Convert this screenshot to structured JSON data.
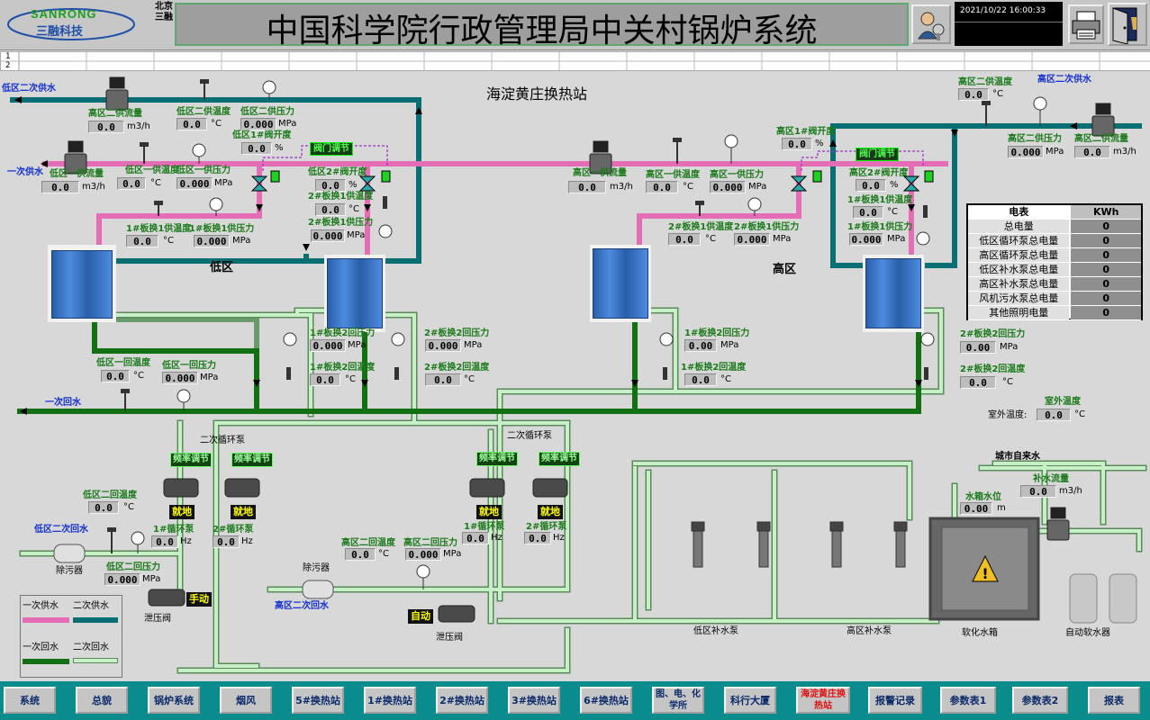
{
  "header": {
    "logo_name": "SANRONG",
    "logo_sub": "三融科技",
    "vertical_text": "北京三融",
    "title": "中国科学院行政管理局中关村锅炉系统",
    "datetime": "2021/10/22 16:00:33"
  },
  "sheet": {
    "row1": "1",
    "row2": "2"
  },
  "station_title": "海淀黄庄换热站",
  "zones": {
    "low": "低区",
    "high": "高区"
  },
  "pipes": {
    "low_secondary_supply": "低区二次供水",
    "high_secondary_supply": "高区二次供水",
    "primary_supply": "一次供水",
    "primary_return": "一次回水",
    "low_secondary_return": "低区二次回水",
    "high_secondary_return": "高区二次回水",
    "city_water": "城市自来水"
  },
  "readings": {
    "low_sec_supply_flow": {
      "label": "高区二供流量",
      "value": "0.0",
      "unit": "m3/h"
    },
    "low_sec_supply_temp": {
      "label": "低区二供温度",
      "value": "0.0",
      "unit": "°C"
    },
    "low_sec_supply_pressure": {
      "label": "低区二供压力",
      "value": "0.000",
      "unit": "MPa"
    },
    "low_valve1_open": {
      "label": "低区1#阀开度",
      "value": "0.0",
      "unit": "%"
    },
    "low_valve2_open": {
      "label": "低区2#阀开度",
      "value": "0.0",
      "unit": "%"
    },
    "low_pri_supply_flow": {
      "label": "低区一供流量",
      "value": "0.0",
      "unit": "m3/h"
    },
    "low_pri_supply_temp": {
      "label": "低区一供温度",
      "value": "0.0",
      "unit": "°C"
    },
    "low_pri_supply_pressure": {
      "label": "低区一供压力",
      "value": "0.000",
      "unit": "MPa"
    },
    "low_hx1_supply_temp": {
      "label": "1#板换1供温度",
      "value": "0.0",
      "unit": "°C"
    },
    "low_hx1_supply_pressure": {
      "label": "1#板换1供压力",
      "value": "0.000",
      "unit": "MPa"
    },
    "low_hx2_supply_temp": {
      "label": "2#板换1供温度",
      "value": "0.0",
      "unit": "°C"
    },
    "low_hx2_supply_pressure": {
      "label": "2#板换1供压力",
      "value": "0.000",
      "unit": "MPa"
    },
    "low_pri_return_temp": {
      "label": "低区一回温度",
      "value": "0.0",
      "unit": "°C"
    },
    "low_pri_return_pressure": {
      "label": "低区一回压力",
      "value": "0.000",
      "unit": "MPa"
    },
    "low_hx1_ret2_pressure": {
      "label": "1#板换2回压力",
      "value": "0.000",
      "unit": "MPa"
    },
    "low_hx1_ret2_temp": {
      "label": "1#板换2回温度",
      "value": "0.0",
      "unit": "°C"
    },
    "low_hx2_ret2_pressure": {
      "label": "2#板换2回压力",
      "value": "0.000",
      "unit": "MPa"
    },
    "low_hx2_ret2_temp": {
      "label": "2#板换2回温度",
      "value": "0.0",
      "unit": "°C"
    },
    "high_sec_supply_temp": {
      "label": "高区二供温度",
      "value": "0.0",
      "unit": "°C"
    },
    "high_sec_supply_pressure": {
      "label": "高区二供压力",
      "value": "0.000",
      "unit": "MPa"
    },
    "high_sec_supply_flow": {
      "label": "高区二供流量",
      "value": "0.0",
      "unit": "m3/h"
    },
    "high_valve1_open": {
      "label": "高区1#阀开度",
      "value": "0.0",
      "unit": "%"
    },
    "high_valve2_open": {
      "label": "高区2#阀开度",
      "value": "0.0",
      "unit": "%"
    },
    "high_pri_supply_flow": {
      "label": "高区一供流量",
      "value": "0.0",
      "unit": "m3/h"
    },
    "high_pri_supply_temp": {
      "label": "高区一供温度",
      "value": "0.0",
      "unit": "°C"
    },
    "high_pri_supply_pressure": {
      "label": "高区一供压力",
      "value": "0.000",
      "unit": "MPa"
    },
    "high_hx2_supply_temp": {
      "label": "2#板换1供温度",
      "value": "0.0",
      "unit": "°C"
    },
    "high_hx2_supply_pressure": {
      "label": "2#板换1供压力",
      "value": "0.000",
      "unit": "MPa"
    },
    "high_hx1_supply_temp": {
      "label": "1#板换1供温度",
      "value": "0.0",
      "unit": "°C"
    },
    "high_hx1_supply_pressure": {
      "label": "1#板换1供压力",
      "value": "0.000",
      "unit": "MPa"
    },
    "high_hx1_ret2_pressure": {
      "label": "1#板换2回压力",
      "value": "0.00",
      "unit": "MPa"
    },
    "high_hx1_ret2_temp": {
      "label": "1#板换2回温度",
      "value": "0.0",
      "unit": "°C"
    },
    "high_hx2_ret2_pressure": {
      "label": "2#板换2回压力",
      "value": "0.00",
      "unit": "MPa"
    },
    "high_hx2_ret2_temp": {
      "label": "2#板换2回温度",
      "value": "0.0",
      "unit": "°C"
    },
    "outdoor_temp": {
      "label": "室外温度",
      "label2": "室外温度:",
      "value": "0.0",
      "unit": "°C"
    },
    "low_sec_return_temp": {
      "label": "低区二回温度",
      "value": "0.0",
      "unit": "°C"
    },
    "low_pump1_freq": {
      "label": "1#循环泵",
      "value": "0.0",
      "unit": "Hz"
    },
    "low_pump2_freq": {
      "label": "2#循环泵",
      "value": "0.0",
      "unit": "Hz"
    },
    "low_sec_return_pressure": {
      "label": "低区二回压力",
      "value": "0.000",
      "unit": "MPa"
    },
    "high_sec_return_temp": {
      "label": "高区二回温度",
      "value": "0.0",
      "unit": "°C"
    },
    "high_sec_return_pressure": {
      "label": "高区二回压力",
      "value": "0.000",
      "unit": "MPa"
    },
    "high_pump1_freq": {
      "label": "1#循环泵",
      "value": "0.0",
      "unit": "Hz"
    },
    "high_pump2_freq": {
      "label": "2#循环泵",
      "value": "0.0",
      "unit": "Hz"
    },
    "tank_level": {
      "label": "水箱水位",
      "value": "0.00",
      "unit": "m"
    },
    "makeup_flow": {
      "label": "补水流量",
      "value": "0.0",
      "unit": "m3/h"
    }
  },
  "buttons": {
    "valve_adjust": "阀门调节",
    "freq_adjust": "频率调节",
    "local": "就地",
    "manual": "手动",
    "auto": "自动"
  },
  "labels": {
    "secondary_pump": "二次循环泵",
    "strainer": "除污器",
    "relief_valve": "泄压阀",
    "low_makeup_pump": "低区补水泵",
    "high_makeup_pump": "高区补水泵",
    "softened_tank": "软化水箱",
    "auto_softener": "自动软水器"
  },
  "energy_table": {
    "header": [
      "电表",
      "KWh"
    ],
    "rows": [
      {
        "name": "总电量",
        "value": "0"
      },
      {
        "name": "低区循环泵总电量",
        "value": "0"
      },
      {
        "name": "高区循环泵总电量",
        "value": "0"
      },
      {
        "name": "低区补水泵总电量",
        "value": "0"
      },
      {
        "name": "高区补水泵总电量",
        "value": "0"
      },
      {
        "name": "风机污水泵总电量",
        "value": "0"
      },
      {
        "name": "其他照明电量",
        "value": "0"
      }
    ]
  },
  "legend": {
    "primary_supply": "一次供水",
    "secondary_supply": "二次供水",
    "primary_return": "一次回水",
    "secondary_return": "二次回水"
  },
  "nav": [
    {
      "label": "系统",
      "active": false
    },
    {
      "label": "总貌",
      "active": false
    },
    {
      "label": "锅炉系统",
      "active": false
    },
    {
      "label": "烟风",
      "active": false
    },
    {
      "label": "5#换热站",
      "active": false
    },
    {
      "label": "1#换热站",
      "active": false
    },
    {
      "label": "2#换热站",
      "active": false
    },
    {
      "label": "3#换热站",
      "active": false
    },
    {
      "label": "6#换热站",
      "active": false
    },
    {
      "label": "图、电、化学所",
      "active": false
    },
    {
      "label": "科行大厦",
      "active": false
    },
    {
      "label": "海淀黄庄换热站",
      "active": true
    },
    {
      "label": "报警记录",
      "active": false
    },
    {
      "label": "参数表1",
      "active": false
    },
    {
      "label": "参数表2",
      "active": false
    },
    {
      "label": "报表",
      "active": false
    }
  ],
  "colors": {
    "primary_supply": "#f07ec0",
    "secondary_supply": "#0e8a8a",
    "primary_return": "#137a13",
    "secondary_return": "#b5e8b5"
  }
}
